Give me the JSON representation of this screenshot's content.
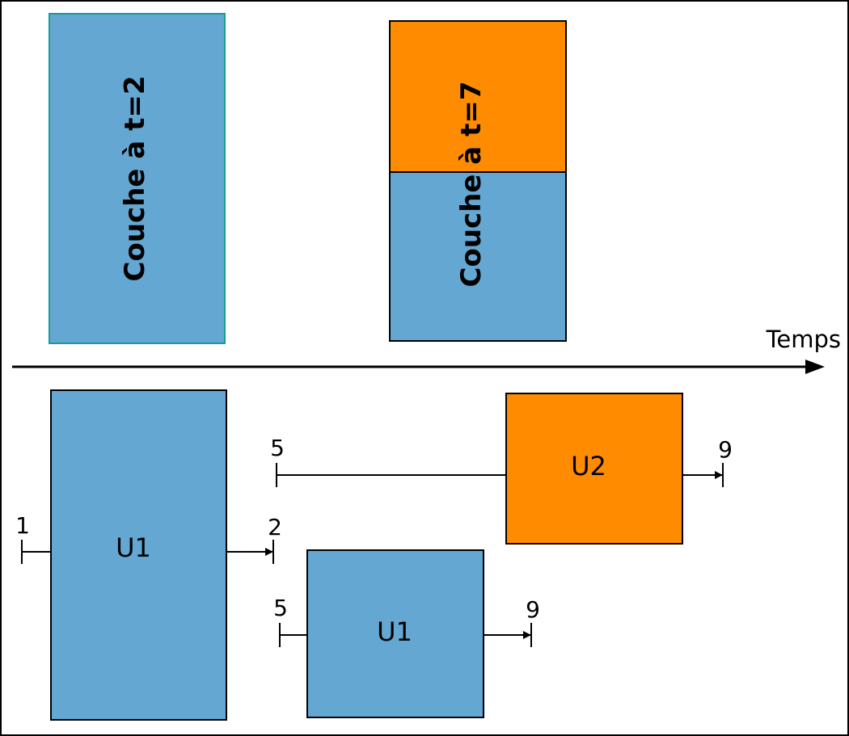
{
  "colors": {
    "blue": "#64a7d2",
    "orange": "#ff8c00",
    "teal_border": "#1a9a9a",
    "stroke": "#000000"
  },
  "layers": [
    {
      "label": "Couche à t=2"
    },
    {
      "label": "Couche à t=7"
    }
  ],
  "axis": {
    "label": "Temps"
  },
  "intervals": [
    {
      "box_label": "U1",
      "start": "1",
      "end": "2"
    },
    {
      "box_label": "U2",
      "start": "5",
      "end": "9"
    },
    {
      "box_label": "U1",
      "start": "5",
      "end": "9"
    }
  ]
}
